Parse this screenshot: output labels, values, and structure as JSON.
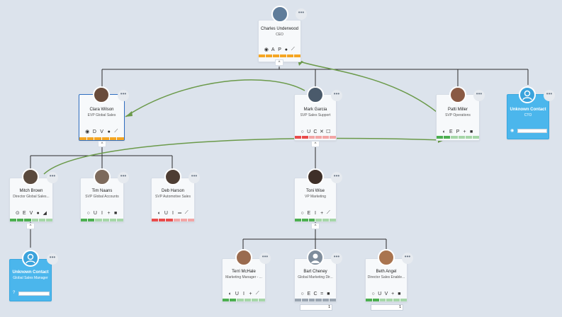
{
  "people": {
    "ceo": {
      "name": "Charles Underwood",
      "title": "CEO",
      "icons": [
        "◉",
        "A",
        "P",
        "●",
        "⟋"
      ]
    },
    "clara": {
      "name": "Clara Wilson",
      "title": "EVP Global Sales",
      "icons": [
        "◉",
        "D",
        "V",
        "●",
        "⟋"
      ]
    },
    "mark": {
      "name": "Mark Garcia",
      "title": "SVP Sales Support",
      "icons": [
        "○",
        "U",
        "C",
        "✕",
        "☐"
      ]
    },
    "patti": {
      "name": "Patti Miller",
      "title": "SVP Operations",
      "icons": [
        "◐",
        "E",
        "P",
        "+",
        "■"
      ]
    },
    "cto": {
      "name": "Unknown Contact",
      "title": "CTO",
      "icons": [
        "◉"
      ]
    },
    "mitch": {
      "name": "Mitch Brown",
      "title": "Director Global Sales...",
      "icons": [
        "⊙",
        "E",
        "V",
        "●",
        "◢"
      ]
    },
    "tim": {
      "name": "Tim Naans",
      "title": "SVP Global Accounts",
      "icons": [
        "○",
        "U",
        "I",
        "+",
        "■"
      ]
    },
    "deb": {
      "name": "Deb Harson",
      "title": "SVP Automotive Sales",
      "icons": [
        "◐",
        "U",
        "I",
        "═",
        "⟋"
      ]
    },
    "toni": {
      "name": "Toni Wise",
      "title": "VP Marketing",
      "icons": [
        "○",
        "E",
        "I",
        "+",
        "⟋"
      ]
    },
    "gsm": {
      "name": "Unknown Contact",
      "title": "Global Sales Manager",
      "icons": [
        "?"
      ]
    },
    "terri": {
      "name": "Terri McHale",
      "title": "Marketing Manager - ...",
      "icons": [
        "◐",
        "U",
        "I",
        "+",
        "⟋"
      ]
    },
    "bart": {
      "name": "Bart Cheney",
      "title": "Global Marketing Dir...",
      "icons": [
        "○",
        "E",
        "C",
        "=",
        "■"
      ]
    },
    "beth": {
      "name": "Beth Angel",
      "title": "Director Sales Enable...",
      "icons": [
        "○",
        "U",
        "V",
        "+",
        "■"
      ]
    }
  },
  "ui": {
    "more_label": "•••",
    "collapse_label": "^",
    "pill_count": "1"
  },
  "colors": {
    "orange": "#f5a623",
    "green": "#4caf50",
    "lightgreen": "#a5d6a7",
    "red": "#e94b4b",
    "lightred": "#f2a5a5",
    "gray": "#9aa5b1",
    "connector": "#2b2b2b",
    "arrow": "#6b9a4a",
    "selected": "#2f6fc1",
    "unknown": "#4bb6ec"
  },
  "strength_bars": {
    "ceo": [
      "orange",
      "orange",
      "orange",
      "orange",
      "orange",
      "orange"
    ],
    "clara": [
      "orange",
      "orange",
      "orange",
      "orange",
      "orange",
      "orange"
    ],
    "mark": [
      "red",
      "red",
      "lightred",
      "lightred",
      "lightred",
      "lightred"
    ],
    "patti": [
      "green",
      "green",
      "lightgreen",
      "lightgreen",
      "lightgreen",
      "lightgreen"
    ],
    "mitch": [
      "green",
      "green",
      "green",
      "lightgreen",
      "lightgreen",
      "lightgreen"
    ],
    "tim": [
      "green",
      "green",
      "lightgreen",
      "lightgreen",
      "lightgreen",
      "lightgreen"
    ],
    "deb": [
      "red",
      "red",
      "red",
      "lightred",
      "lightred",
      "lightred"
    ],
    "toni": [
      "green",
      "green",
      "green",
      "lightgreen",
      "lightgreen",
      "lightgreen"
    ],
    "terri": [
      "green",
      "green",
      "lightgreen",
      "lightgreen",
      "lightgreen",
      "lightgreen"
    ],
    "bart": [
      "gray",
      "gray",
      "gray",
      "gray",
      "gray",
      "gray"
    ],
    "beth": [
      "green",
      "green",
      "lightgreen",
      "lightgreen",
      "lightgreen",
      "lightgreen"
    ]
  }
}
